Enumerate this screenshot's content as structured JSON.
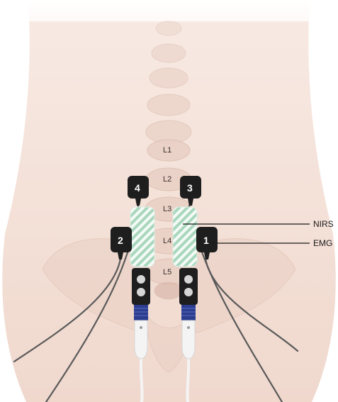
{
  "vertebrae": [
    "L1",
    "L2",
    "L3",
    "L4",
    "L5"
  ],
  "electrodes": [
    "1",
    "2",
    "3",
    "4"
  ],
  "callouts": {
    "nirs": "NIRS",
    "emg": "EMG"
  },
  "colors": {
    "skin": "#f2ddd3",
    "bone": "#e8cfc4",
    "electrode_body": "#1e1e1e",
    "nirs_stripe": "#9fd1b4",
    "connector_blue": "#2b3d8f",
    "cable": "#5a5a5a"
  }
}
